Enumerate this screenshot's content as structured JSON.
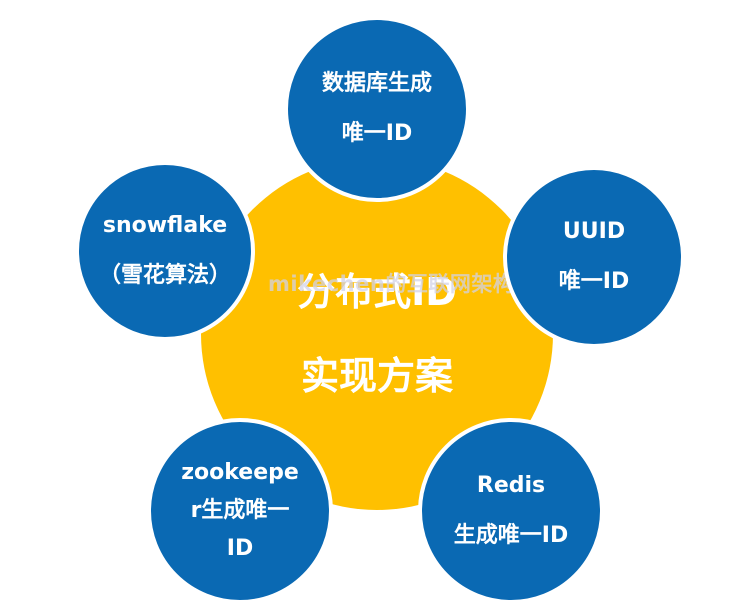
{
  "center": {
    "line1": "分布式ID",
    "line2": "实现方案"
  },
  "nodes": {
    "top": {
      "line1": "数据库生成",
      "line2": "唯一ID"
    },
    "left": {
      "line1": "snowflake",
      "line2": "（雪花算法）"
    },
    "right": {
      "line1": "UUID",
      "line2": "唯一ID"
    },
    "bottom_left": {
      "line1": "zookeepe",
      "line2": "r生成唯一",
      "line3": "ID"
    },
    "bottom_right": {
      "line1": "Redis",
      "line2": "生成唯一ID"
    }
  },
  "watermark": "mikechen的互联网架构",
  "colors": {
    "center": "#FFC000",
    "node": "#0A69B3",
    "text": "#FFFFFF"
  }
}
